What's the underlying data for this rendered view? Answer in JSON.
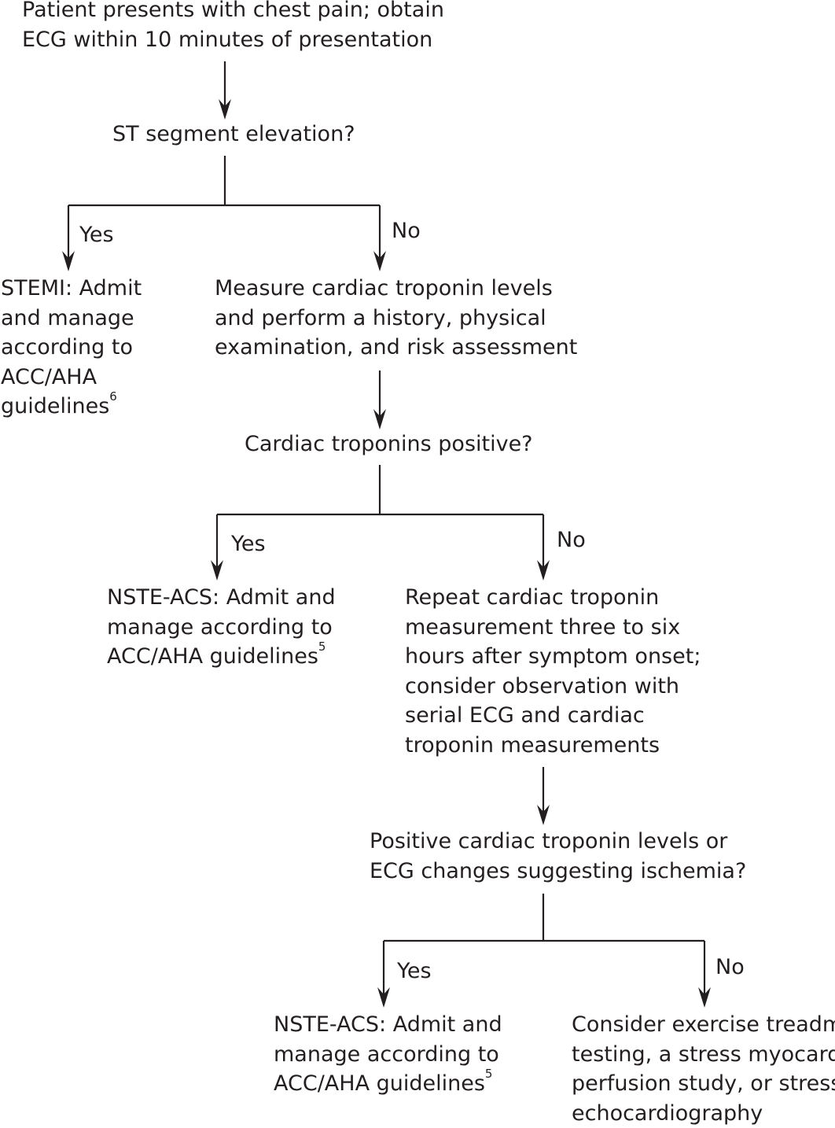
{
  "nodes": {
    "start": [
      "Patient presents with chest pain; obtain",
      "ECG within 10 minutes of presentation"
    ],
    "q_st": [
      "ST segment elevation?"
    ],
    "stemi": [
      "STEMI: Admit",
      "and manage",
      "according to",
      "ACC/AHA",
      "guidelines"
    ],
    "stemi_ref": "6",
    "measure": [
      "Measure cardiac troponin levels",
      "and perform a history, physical",
      "examination, and risk assessment"
    ],
    "q_trop": [
      "Cardiac troponins positive?"
    ],
    "nste1": [
      "NSTE-ACS: Admit and",
      "manage according to",
      "ACC/AHA guidelines"
    ],
    "nste1_ref": "5",
    "repeat": [
      "Repeat cardiac troponin",
      "measurement three to six",
      "hours after symptom onset;",
      "consider observation with",
      "serial ECG and cardiac",
      "troponin measurements"
    ],
    "q_isch": [
      "Positive cardiac troponin levels or",
      "ECG changes suggesting ischemia?"
    ],
    "nste2": [
      "NSTE-ACS: Admit and",
      "manage according to",
      "ACC/AHA guidelines"
    ],
    "nste2_ref": "5",
    "consider": [
      "Consider exercise treadmill",
      "testing, a stress myocardial",
      "perfusion study, or stress",
      "echocardiography"
    ]
  },
  "branches": {
    "st_yes": "Yes",
    "st_no": "No",
    "trop_yes": "Yes",
    "trop_no": "No",
    "isch_yes": "Yes",
    "isch_no": "No"
  },
  "colors": {
    "text": "#231f20",
    "line": "#231f20",
    "background": "#ffffff"
  }
}
